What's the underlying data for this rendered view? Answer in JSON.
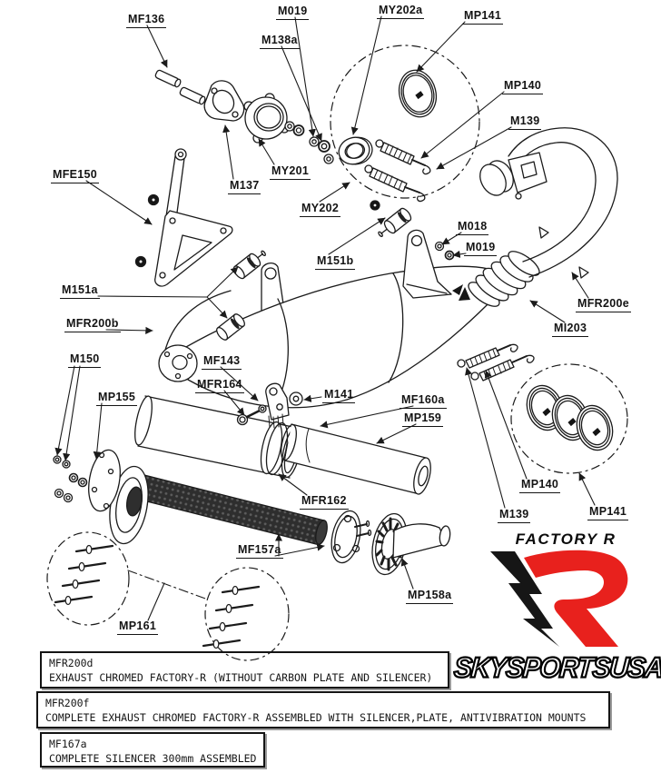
{
  "diagram": {
    "labels": [
      "MF136",
      "M019",
      "MY202a",
      "MP141",
      "M138a",
      "MP140",
      "M139",
      "MFE150",
      "MY201",
      "M137",
      "MY202",
      "M151b",
      "M018",
      "M019",
      "M151a",
      "MFR200e",
      "MFR200b",
      "MI203",
      "M150",
      "MF143",
      "MFR164",
      "M141",
      "MF160a",
      "MP159",
      "MP155",
      "MFR162",
      "MP140",
      "M139",
      "MP141",
      "MF157a",
      "MP158a",
      "MP161"
    ],
    "line_color": "#1b1b1b"
  },
  "branding": {
    "series_title": "FACTORY R",
    "dealer": "SKYSPORTSUSA",
    "accent_color": "#e8211d"
  },
  "legend_boxes": [
    {
      "code": "MFR200d",
      "description": "EXHAUST CHROMED FACTORY-R (WITHOUT CARBON PLATE AND SILENCER)"
    },
    {
      "code": "MFR200f",
      "description": "COMPLETE EXHAUST CHROMED FACTORY-R ASSEMBLED WITH SILENCER,PLATE, ANTIVIBRATION MOUNTS"
    },
    {
      "code": "MF167a",
      "description": "COMPLETE SILENCER 300mm ASSEMBLED"
    }
  ]
}
